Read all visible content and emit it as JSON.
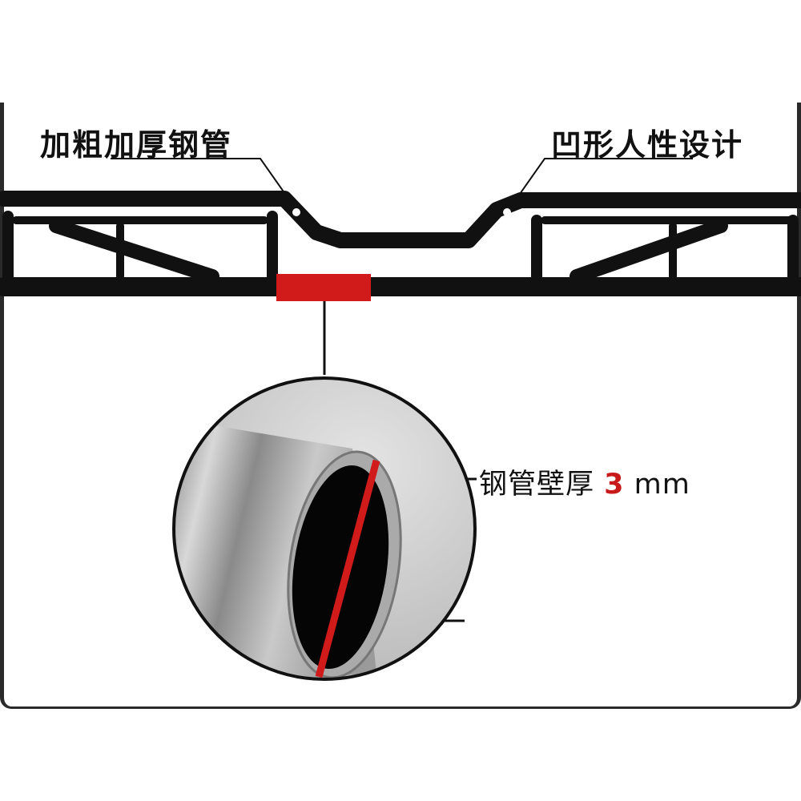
{
  "labels": {
    "thick_tube": "加粗加厚钢管",
    "concave_design": "凹形人性设计",
    "wall_thickness_prefix": "钢管壁厚",
    "wall_thickness_value": "3",
    "wall_thickness_unit": "mm"
  },
  "colors": {
    "accent_red": "#c81a1a",
    "bar_black": "#111111"
  }
}
